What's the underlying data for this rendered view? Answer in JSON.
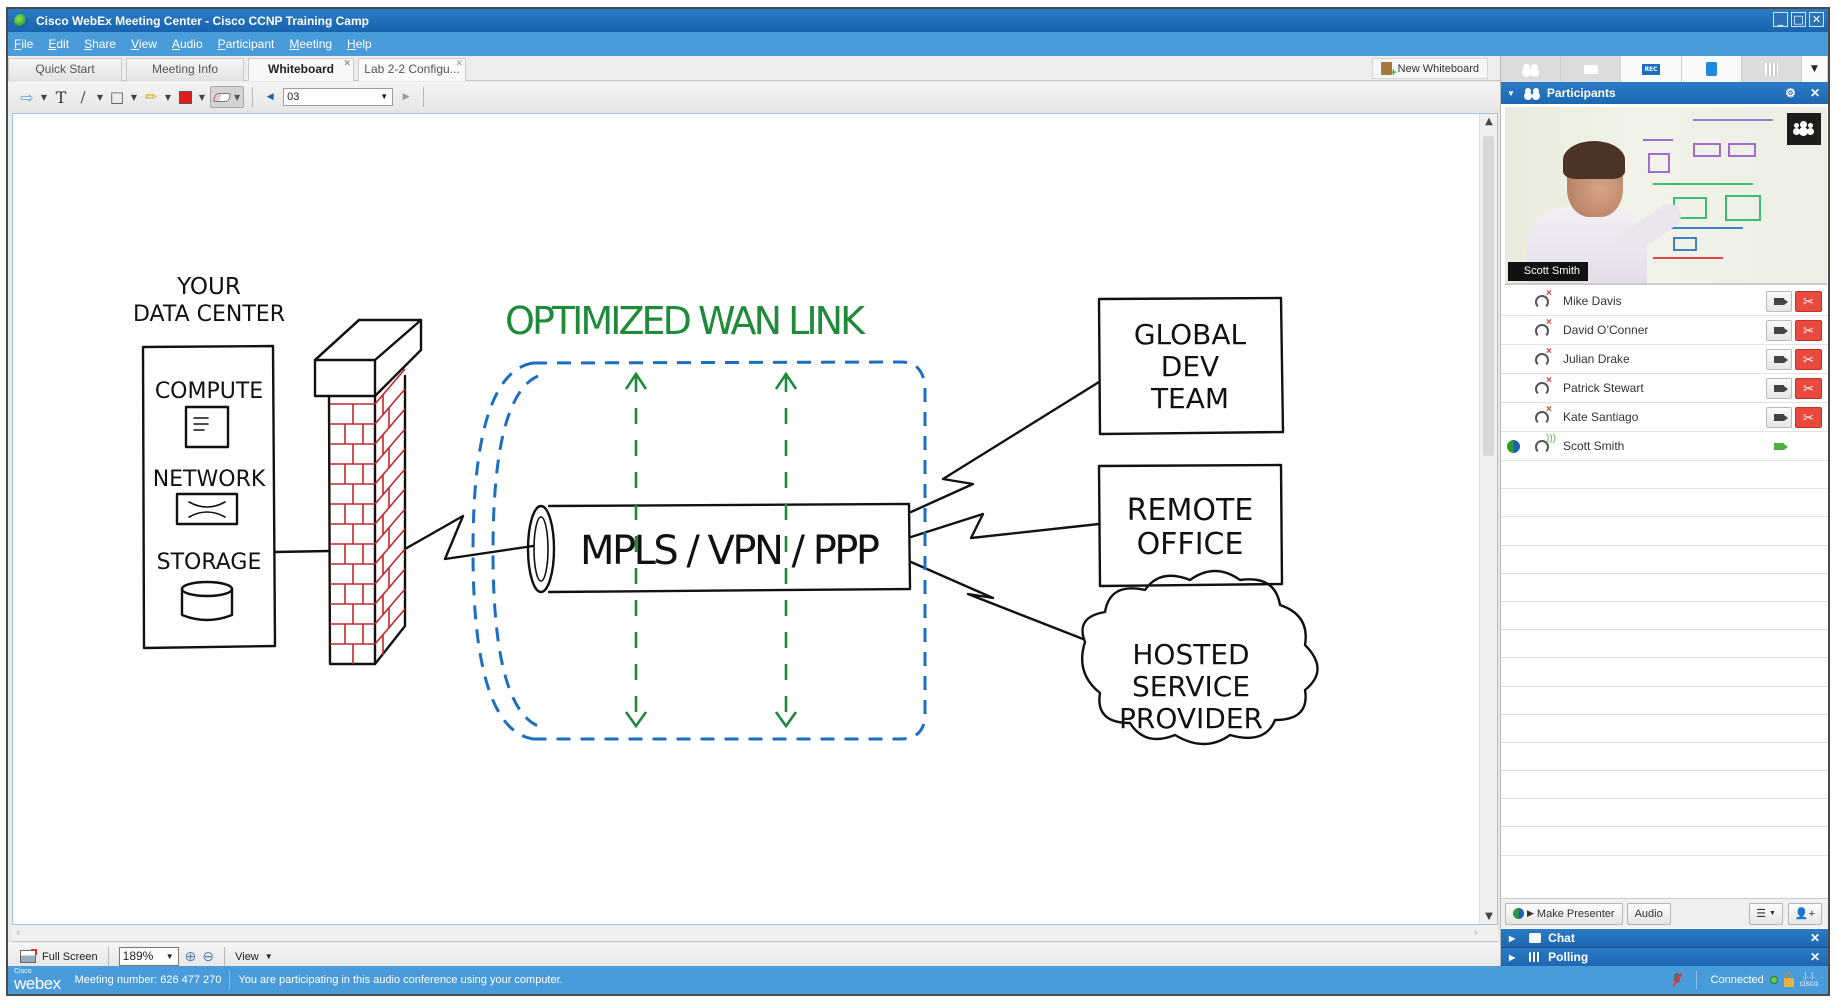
{
  "window": {
    "title": "Cisco WebEx Meeting Center - Cisco CCNP Training Camp",
    "controls": [
      "minimize",
      "restore",
      "close"
    ]
  },
  "menu": [
    "File",
    "Edit",
    "Share",
    "View",
    "Audio",
    "Participant",
    "Meeting",
    "Help"
  ],
  "tabs": [
    {
      "label": "Quick Start",
      "active": false,
      "closable": false
    },
    {
      "label": "Meeting Info",
      "active": false,
      "closable": false
    },
    {
      "label": "Whiteboard",
      "active": true,
      "closable": true
    },
    {
      "label": "Lab 2-2 Configu...",
      "active": false,
      "closable": true
    }
  ],
  "new_whiteboard_label": "New Whiteboard",
  "toolbar": {
    "tools": [
      "arrow-pointer-icon",
      "text-icon",
      "line-icon",
      "rectangle-icon",
      "pencil-icon",
      "color-icon",
      "eraser-icon"
    ],
    "page_value": "03",
    "annotation_color": "#e01b1b"
  },
  "whiteboard": {
    "data_center": {
      "title_line1": "YOUR",
      "title_line2": "DATA CENTER",
      "items": [
        "COMPUTE",
        "NETWORK",
        "STORAGE"
      ]
    },
    "wan_label": "OPTIMIZED WAN LINK",
    "pipe_label": "MPLS / VPN / PPP",
    "sites": [
      {
        "lines": [
          "GLOBAL",
          "DEV",
          "TEAM"
        ]
      },
      {
        "lines": [
          "REMOTE",
          "OFFICE"
        ]
      },
      {
        "lines": [
          "HOSTED",
          "SERVICE",
          "PROVIDER"
        ]
      }
    ],
    "colors": {
      "wan": "#1f8a3a",
      "tunnel": "#1c6fc0",
      "firewall": "#c0282d",
      "ink": "#111111"
    }
  },
  "bottom_toolbar": {
    "full_screen_label": "Full Screen",
    "zoom_value": "189%",
    "view_label": "View"
  },
  "status": {
    "logo_top": "Cisco",
    "logo_main": "webex",
    "meeting_number": "Meeting number: 626 477 270",
    "message": "You are participating in this audio conference using your computer.",
    "connection": "Connected",
    "brand": "cisco"
  },
  "panel": {
    "tabs": [
      "participants-icon",
      "chat-icon",
      "recorder-icon",
      "notes-icon",
      "polling-icon"
    ],
    "header": "Participants",
    "video_name": "Scott Smith",
    "participants": [
      {
        "name": "Mike Davis",
        "audio": "muted",
        "presenter": false,
        "video": "off"
      },
      {
        "name": "David O’Conner",
        "audio": "muted",
        "presenter": false,
        "video": "off"
      },
      {
        "name": "Julian Drake",
        "audio": "muted",
        "presenter": false,
        "video": "off"
      },
      {
        "name": "Patrick Stewart",
        "audio": "muted",
        "presenter": false,
        "video": "off"
      },
      {
        "name": "Kate Santiago",
        "audio": "muted",
        "presenter": false,
        "video": "off"
      },
      {
        "name": "Scott Smith",
        "audio": "speaking",
        "presenter": true,
        "video": "on"
      }
    ],
    "make_presenter_label": "Make Presenter",
    "audio_label": "Audio",
    "chat_label": "Chat",
    "polling_label": "Polling"
  }
}
